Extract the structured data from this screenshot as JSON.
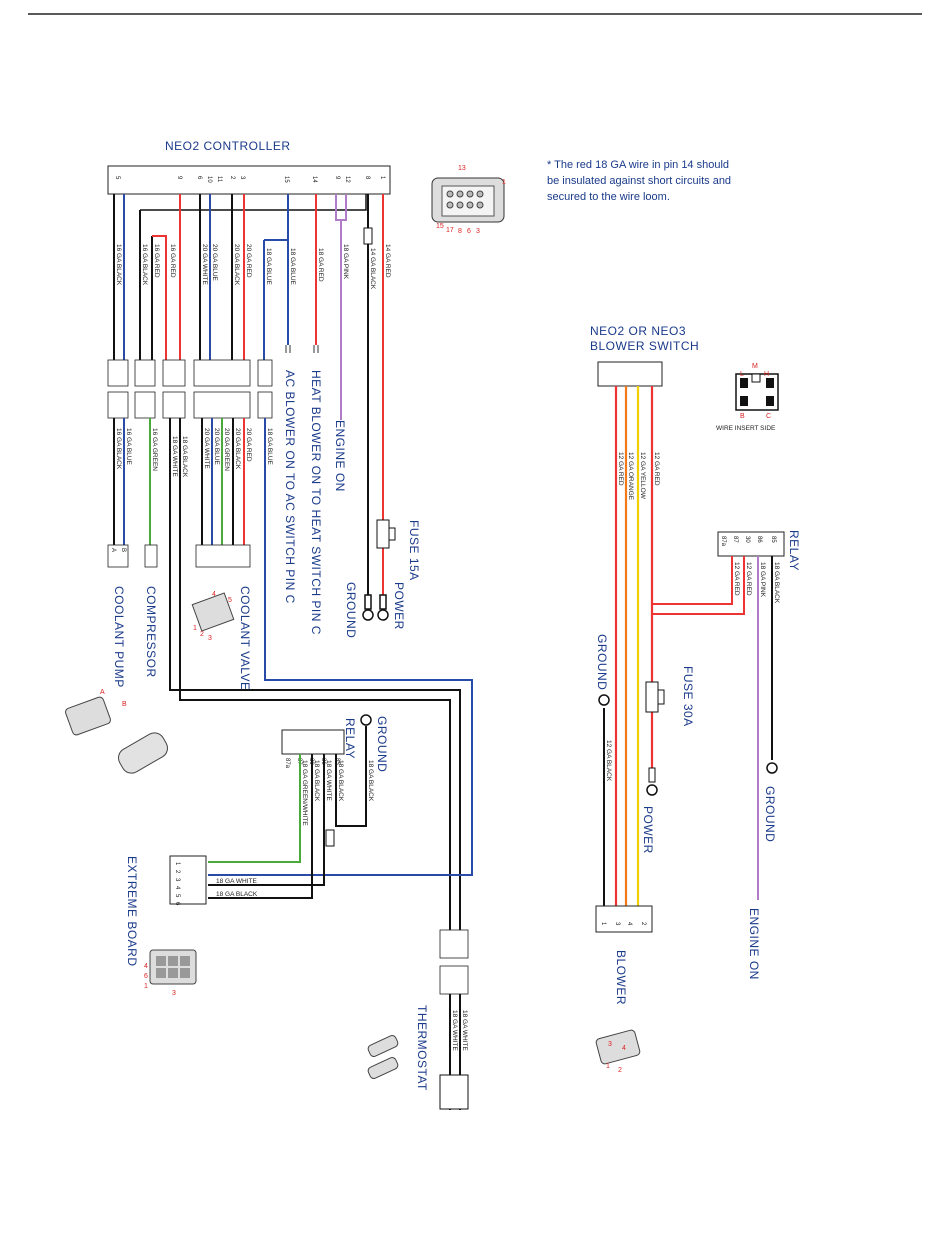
{
  "controller": {
    "title": "NEO2 CONTROLLER",
    "pins": [
      "5",
      "9",
      "6",
      "10",
      "11",
      "2",
      "3",
      "15",
      "14",
      "9",
      "12",
      "8",
      "1"
    ]
  },
  "note": {
    "lines": [
      "* The red 18 GA wire in pin 14 should",
      "be insulated against short circuits and",
      "secured to the wire loom."
    ],
    "connector_pins": [
      "13",
      "1",
      "15",
      "17",
      "8",
      "6",
      "3"
    ]
  },
  "controller_wires": [
    "16 GA BLACK",
    "16 GA BLACK",
    "16 GA RED",
    "16 GA RED",
    "20 GA WHITE",
    "20 GA BLUE",
    "20 GA BLACK",
    "20 GA RED",
    "18 GA BLUE",
    "18 GA BLUE",
    "18 GA RED",
    "18 GA PINK",
    "14 GA BLACK",
    "14 GA RED"
  ],
  "lower_wires": [
    "16 GA BLACK",
    "16 GA BLUE",
    "16 GA GREEN",
    "18 GA WHITE",
    "18 GA BLACK",
    "20 GA WHITE",
    "20 GA BLUE",
    "20 GA GREEN",
    "20 GA BLACK",
    "20 GA RED",
    "18 GA BLUE"
  ],
  "labels": {
    "coolant_pump": "COOLANT PUMP",
    "compressor": "COMPRESSOR",
    "coolant_valve": "COOLANT VALVE",
    "ac_blower": "AC BLOWER ON TO AC SWITCH PIN C",
    "heat_blower": "HEAT BLOWER ON TO HEAT SWITCH PIN C",
    "engine_on": "ENGINE ON",
    "fuse15": "FUSE 15A",
    "ground": "GROUND",
    "power": "POWER",
    "relay": "RELAY",
    "extreme_board": "EXTREME BOARD",
    "thermostat": "THERMOSTAT"
  },
  "pump_pins": [
    "A",
    "B"
  ],
  "valve_pins": [
    "4",
    "5",
    "1",
    "2",
    "3"
  ],
  "relay_left": {
    "pins": [
      "87a",
      "87",
      "30",
      "86",
      "85"
    ],
    "wires": [
      "18 GA GREEN/WHITE",
      "18 GA BLACK",
      "18 GA WHITE",
      "18 GA BLACK"
    ],
    "ground_wire": "18 GA BLACK"
  },
  "extreme_board": {
    "pins": [
      "1",
      "2",
      "3",
      "4",
      "5",
      "6"
    ],
    "wires": [
      "18 GA WHITE",
      "18 GA BLACK"
    ],
    "connector_pins": [
      "4",
      "6",
      "1",
      "3"
    ]
  },
  "thermostat": {
    "wires": [
      "18 GA WHITE",
      "18 GA WHITE"
    ]
  },
  "blower_switch": {
    "title_lines": [
      "NEO2 OR NEO3",
      "BLOWER SWITCH"
    ],
    "wires": [
      "12 GA RED",
      "12 GA YELLOW",
      "12 GA RED",
      "12 GA ORANGE"
    ],
    "insert_pins": [
      "M",
      "L",
      "H",
      "B",
      "C"
    ],
    "insert_label": "WIRE INSERT SIDE"
  },
  "relay_right": {
    "label": "RELAY",
    "pins": [
      "87a",
      "87",
      "30",
      "86",
      "85"
    ],
    "wires": [
      "12 GA RED",
      "12 GA RED",
      "18 GA PINK",
      "18 GA BLACK"
    ]
  },
  "right_labels": {
    "ground": "GROUND",
    "fuse30": "FUSE 30A",
    "power": "POWER",
    "ground2": "GROUND",
    "engine_on": "ENGINE ON",
    "blower": "BLOWER",
    "ground_wire": "12 GA BLACK"
  },
  "blower_pins": [
    "1",
    "3",
    "4",
    "2"
  ]
}
